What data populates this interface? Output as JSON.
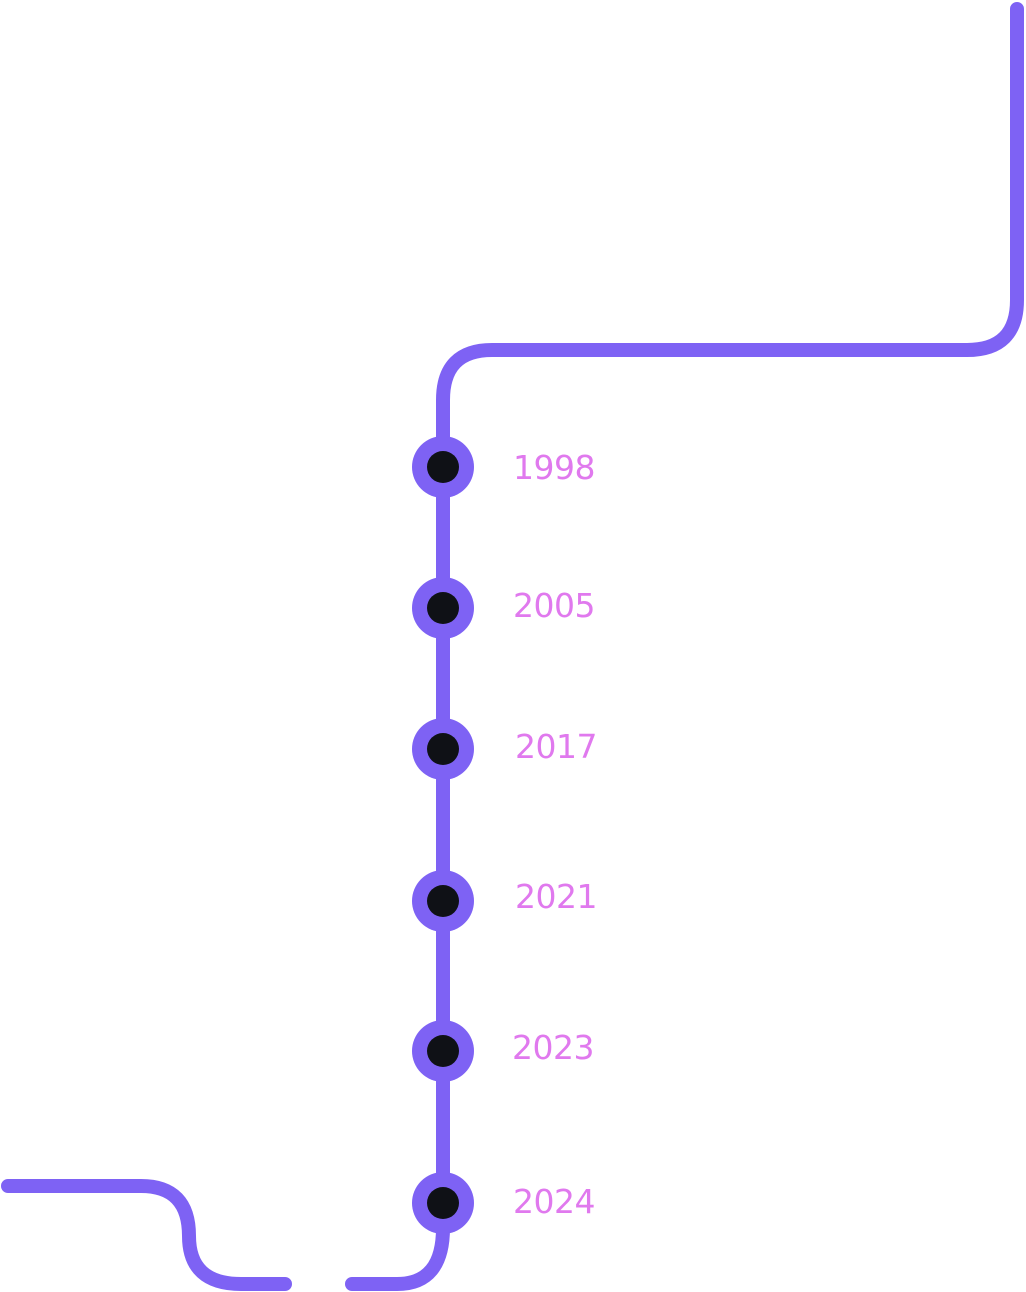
{
  "colors": {
    "line": "#7e62f4",
    "node_fill": "#0f1116",
    "year_text": "#e079ee",
    "background": "#ffffff"
  },
  "milestones": [
    {
      "year": "1998"
    },
    {
      "year": "2005"
    },
    {
      "year": "2017"
    },
    {
      "year": "2021"
    },
    {
      "year": "2023"
    },
    {
      "year": "2024"
    }
  ]
}
